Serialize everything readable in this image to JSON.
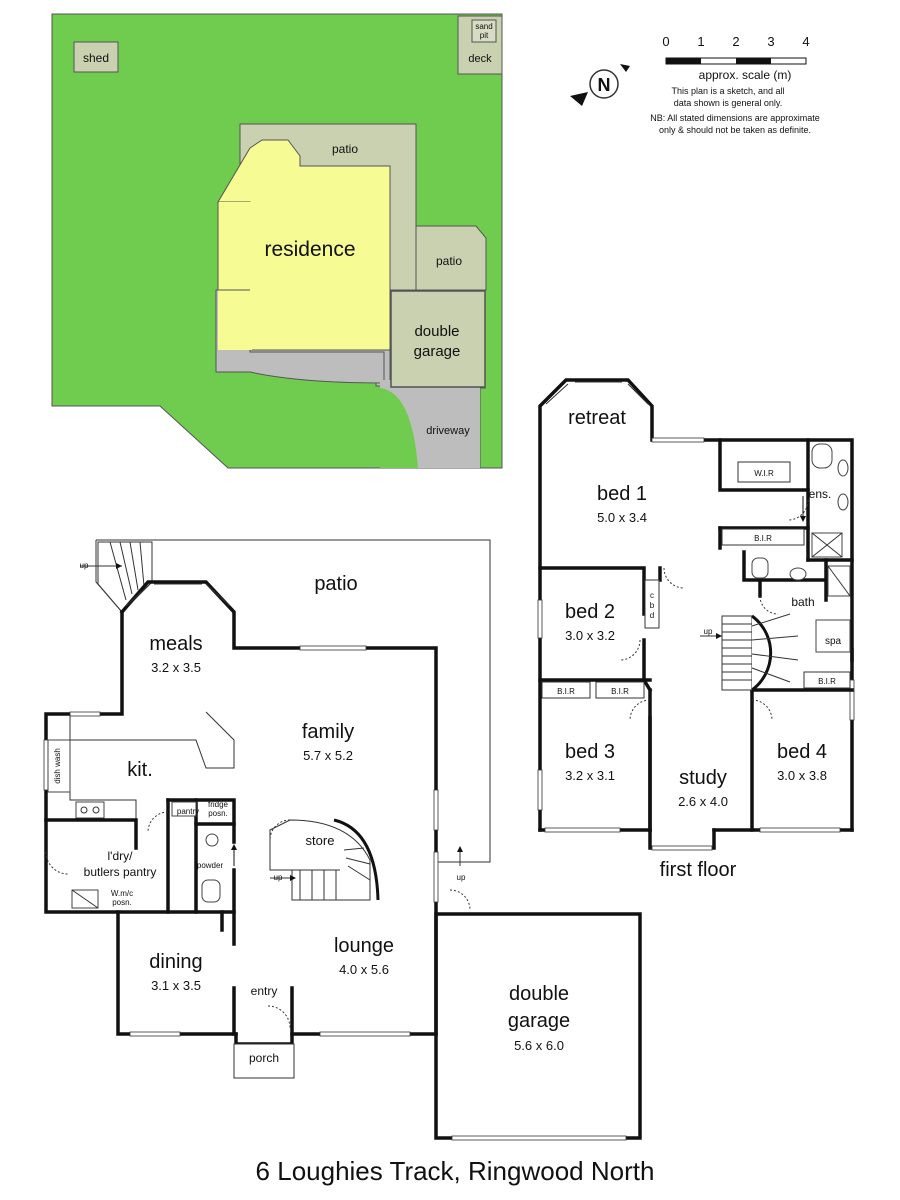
{
  "site": {
    "shed": "shed",
    "sand_pit": [
      "sand",
      "pit"
    ],
    "deck": "deck",
    "patio_1": "patio",
    "patio_2": "patio",
    "residence": "residence",
    "double_garage": [
      "double",
      "garage"
    ],
    "driveway": "driveway"
  },
  "legend": {
    "scale_ticks": [
      "0",
      "1",
      "2",
      "3",
      "4"
    ],
    "scale_label": "approx. scale (m)",
    "note_lines": [
      "This plan is a sketch, and all",
      "data shown is general only."
    ],
    "nb_lines": [
      "NB: All stated dimensions are approximate",
      "only & should not be taken as definite."
    ],
    "north_letter": "N"
  },
  "first_floor": {
    "title": "first floor",
    "rooms": {
      "retreat": "retreat",
      "bed1": {
        "name": "bed 1",
        "dim": "5.0 x 3.4"
      },
      "wir": "W.I.R",
      "ens": "ens.",
      "bir_1": "B.I.R",
      "bed2": {
        "name": "bed 2",
        "dim": "3.0 x 3.2"
      },
      "cbd": [
        "c",
        "b",
        "d"
      ],
      "bath": "bath",
      "spa": "spa",
      "up": "up",
      "bir_2": "B.I.R",
      "bir_3": "B.I.R",
      "bir_4": "B.I.R",
      "bed3": {
        "name": "bed 3",
        "dim": "3.2 x 3.1"
      },
      "study": {
        "name": "study",
        "dim": "2.6 x 4.0"
      },
      "bed4": {
        "name": "bed 4",
        "dim": "3.0 x 3.8"
      }
    }
  },
  "ground_floor": {
    "rooms": {
      "up_deck": "up",
      "patio": "patio",
      "meals": {
        "name": "meals",
        "dim": "3.2 x 3.5"
      },
      "family": {
        "name": "family",
        "dim": "5.7 x 5.2"
      },
      "kit": "kit.",
      "dishwash": "dish wash",
      "pantry": "pantry",
      "fridge": [
        "fridge",
        "posn."
      ],
      "store": "store",
      "laundry": [
        "l'dry/",
        "butlers pantry"
      ],
      "powder": "powder",
      "wm": [
        "W.m/c",
        "posn."
      ],
      "up_stair": "up",
      "up_garage": "up",
      "dining": {
        "name": "dining",
        "dim": "3.1 x 3.5"
      },
      "lounge": {
        "name": "lounge",
        "dim": "4.0 x 5.6"
      },
      "entry": "entry",
      "porch": "porch",
      "garage": {
        "name": [
          "double",
          "garage"
        ],
        "dim": "5.6 x 6.0"
      }
    }
  },
  "address": "6 Loughies Track, Ringwood North",
  "colors": {
    "lawn": "#6fcc4f",
    "residence": "#f6fb94",
    "structure": "#c9d1b0",
    "paving": "#bdbdbd"
  }
}
